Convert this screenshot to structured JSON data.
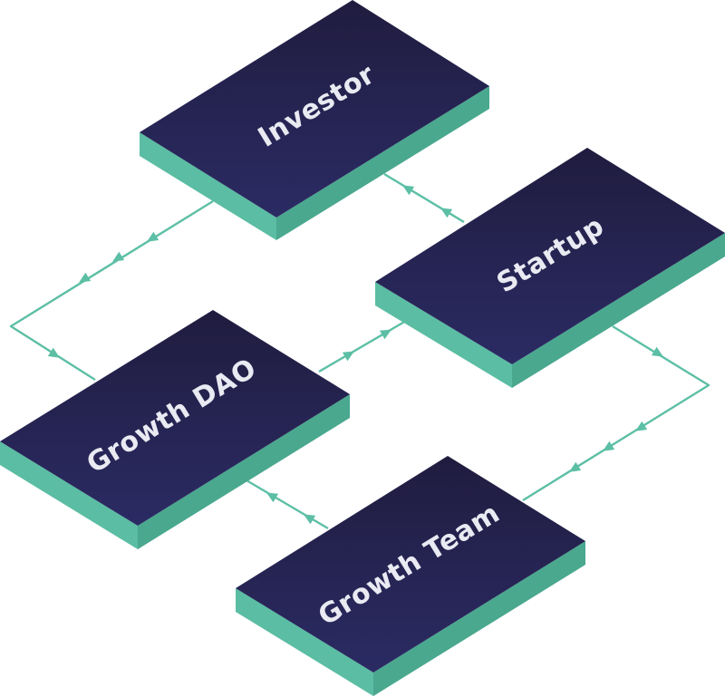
{
  "nodes": [
    {
      "key": "investor",
      "label": "Investor"
    },
    {
      "key": "startup",
      "label": "Startup"
    },
    {
      "key": "growth-dao",
      "label": "Growth DAO"
    },
    {
      "key": "growth-team",
      "label": "Growth Team"
    }
  ],
  "edges": [
    {
      "from": "investor",
      "to": "growth-dao"
    },
    {
      "from": "startup",
      "to": "investor"
    },
    {
      "from": "growth-dao",
      "to": "startup"
    },
    {
      "from": "startup",
      "to": "growth-team"
    },
    {
      "from": "growth-team",
      "to": "growth-dao"
    }
  ],
  "colors": {
    "top_start": "#201c3f",
    "top_end": "#2b2b64",
    "side_left": "#5bbda3",
    "side_right": "#4aa88f",
    "connector": "#5cbfa5",
    "label": "#e9eaf2"
  }
}
